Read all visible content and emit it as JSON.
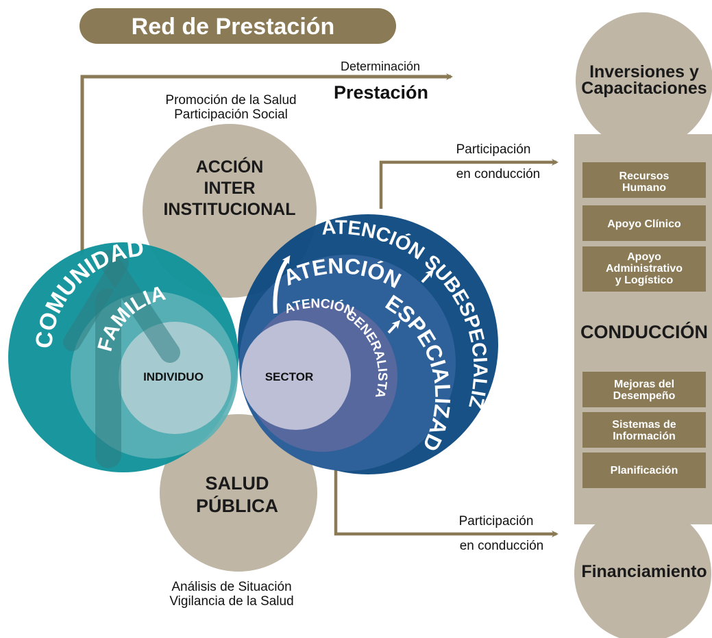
{
  "title": "Red de Prestación",
  "top_arrow": {
    "small_label": "Determinación",
    "big_label": "Prestación"
  },
  "accion": {
    "caption_lines": [
      "Promoción de la Salud",
      "Participación Social"
    ],
    "label_lines": [
      "ACCIÓN",
      "INTER",
      "INSTITUCIONAL"
    ]
  },
  "salud_publica": {
    "label_lines": [
      "SALUD",
      "PÚBLICA"
    ],
    "caption_lines": [
      "Análisis de Situación",
      "Vigilancia de la Salud"
    ]
  },
  "left_group": {
    "comunidad": "COMUNIDAD",
    "familia": "FAMILIA",
    "individuo": "INDIVIDUO"
  },
  "right_group": {
    "subespecializada": "ATENCIÓN SUBESPECIALIZADA",
    "especializada_1": "ATENCIÓN",
    "especializada_2": "ESPECIALIZADA",
    "generalista_1": "ATENCIÓN",
    "generalista_2": "GENERALISTA",
    "sector": "SECTOR"
  },
  "participacion_top": [
    "Participación",
    "en conducción"
  ],
  "participacion_bottom": [
    "Participación",
    "en conducción"
  ],
  "inversiones": [
    "Inversiones y",
    "Capacitaciones"
  ],
  "conduccion": {
    "title": "CONDUCCIÓN",
    "boxes_top": [
      [
        "Recursos",
        "Humano"
      ],
      [
        "Apoyo Clínico"
      ],
      [
        "Apoyo",
        "Administrativo",
        "y Logístico"
      ]
    ],
    "boxes_bottom": [
      [
        "Mejoras del",
        "Desempeño"
      ],
      [
        "Sistemas de",
        "Información"
      ],
      [
        "Planificación"
      ]
    ]
  },
  "financiamiento": "Financiamiento",
  "colors": {
    "brown": "#8a7a55",
    "beige": "#bfb6a6",
    "teal": "#13939b",
    "navy": "#0e4a80",
    "mid_blue": "#2e6199",
    "generalista_blue": "#57689f",
    "sector_fill": "#bcbfd6"
  }
}
